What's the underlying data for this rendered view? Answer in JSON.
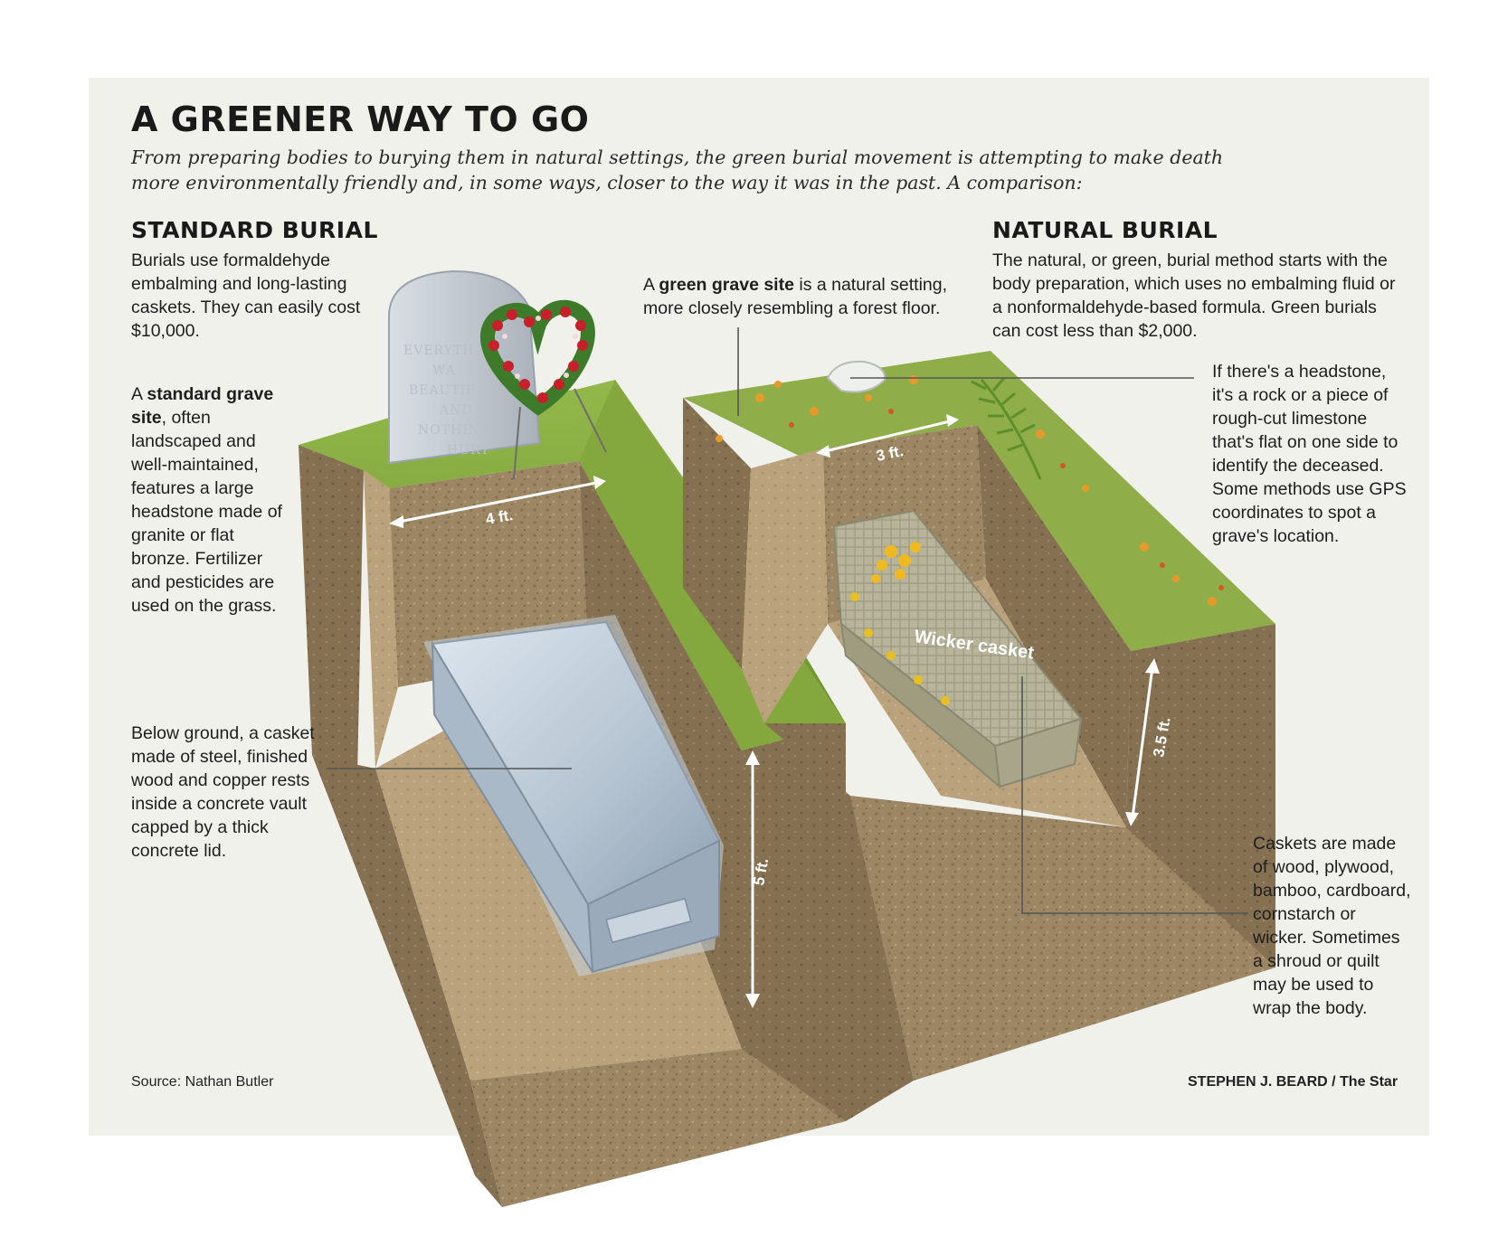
{
  "title": "A GREENER WAY TO GO",
  "subtitle": "From preparing bodies to burying them in natural settings, the green burial movement is attempting to make death more environmentally friendly and, in some ways, closer to the way it was in the past. A comparison:",
  "standard": {
    "heading": "STANDARD BURIAL",
    "intro": "Burials use formaldehyde embalming and long-lasting caskets. They can easily cost $10,000.",
    "site_pre": "A ",
    "site_bold": "standard grave site",
    "site_rest": ", often landscaped and well-maintained, features a large headstone made of granite or flat bronze. Fertilizer and pesticides are used on the grass.",
    "below": "Below ground, a casket made of steel, finished wood and copper rests inside a concrete vault capped by a thick concrete lid.",
    "width_label": "4 ft.",
    "depth_label": "5 ft.",
    "headstone_lines": [
      "EVERYTH",
      "WA",
      "BEAUTIF",
      "AND",
      "NOTHING",
      "HURT"
    ]
  },
  "natural": {
    "heading": "NATURAL BURIAL",
    "intro": "The natural, or green, burial method starts with the body preparation, which uses no embalming fluid or a nonformaldehyde-based formula. Green burials can cost less than $2,000.",
    "site_pre": "A ",
    "site_bold": "green grave site",
    "site_rest": " is a natural setting, more closely resembling a forest floor.",
    "headstone": "If there's a headstone, it's a rock or a piece of rough-cut limestone that's flat on one side to identify the deceased. Some methods use GPS coordinates to spot a grave's location.",
    "caskets": "Caskets are made of wood, plywood, bamboo, cardboard, cornstarch or wicker. Sometimes a shroud or quilt may be used to wrap the body.",
    "casket_label": "Wicker casket",
    "width_label": "3 ft.",
    "depth_label": "3.5 ft."
  },
  "source": "Source: Nathan Butler",
  "credit": "STEPHEN J. BEARD / The Star",
  "colors": {
    "panel": "#f1f1ec",
    "soil": "#a08a68",
    "grass": "#7fa23c",
    "text": "#1e1e1e"
  }
}
